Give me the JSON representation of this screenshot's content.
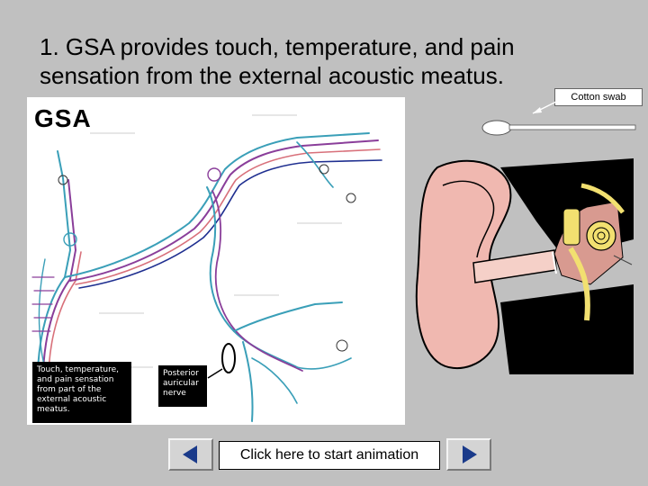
{
  "title": "1. GSA provides touch, temperature, and pain sensation from the external acoustic meatus.",
  "callout": "Cotton swab",
  "diagram": {
    "heading": "GSA"
  },
  "captions": {
    "left": "Touch, temperature, and pain sensation from part of the external acoustic meatus.",
    "right": "Posterior auricular nerve"
  },
  "buttons": {
    "start_label": "Click here to start animation"
  },
  "icons": {
    "back": "back-arrow-icon",
    "next": "next-arrow-icon"
  },
  "colors": {
    "background": "#c0c0c0",
    "nerve_teal": "#3a9fb8",
    "nerve_purple": "#8a3e9a",
    "nerve_red": "#d8707a",
    "nerve_blue": "#1f2f90",
    "ear_skin": "#f0b8b0",
    "nav_arrow": "#1a3a8a"
  }
}
